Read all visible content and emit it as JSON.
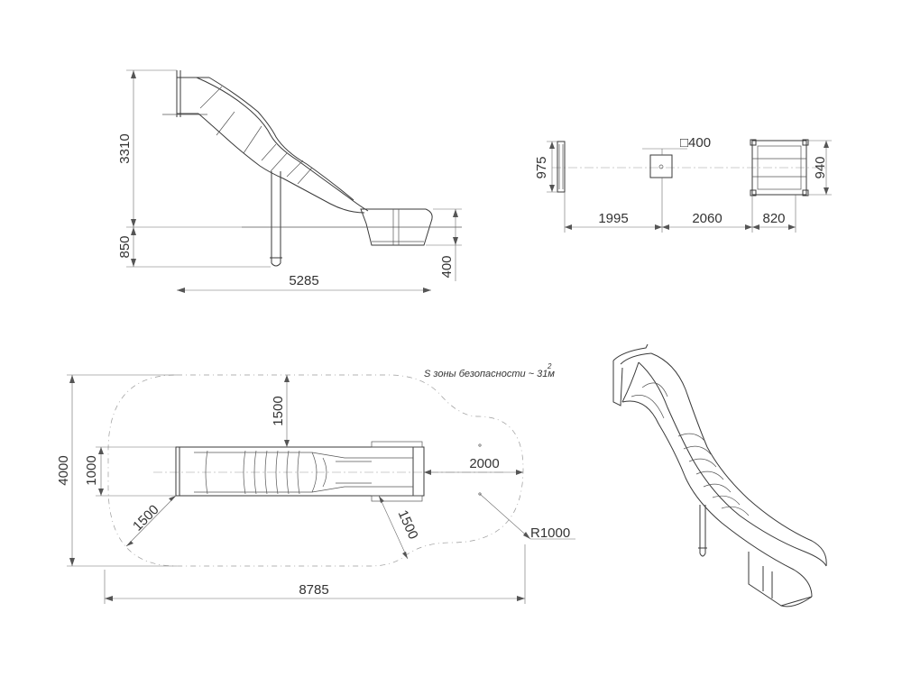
{
  "side_view": {
    "height_upper": "3310",
    "height_lower": "850",
    "exit_height": "400",
    "length": "5285"
  },
  "top_view": {
    "width_left": "975",
    "width_right": "940",
    "post_size": "□400",
    "span_1": "1995",
    "span_2": "2060",
    "span_3": "820"
  },
  "plan_view": {
    "zone_note": "S зоны безопасности ~ 31м",
    "zone_note_sup": "2",
    "zone_width": "4000",
    "slide_width": "1000",
    "clearance_side": "1500",
    "clearance_end": "2000",
    "clearance_corner_left": "1500",
    "clearance_corner_right": "1500",
    "corner_radius": "R1000",
    "total_length": "8785"
  }
}
